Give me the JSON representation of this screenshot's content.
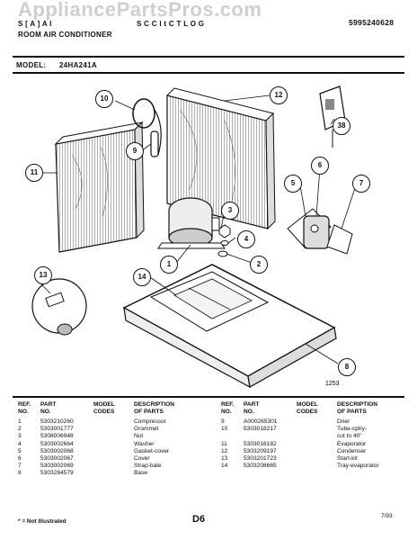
{
  "watermark": "AppliancePartsPros.com",
  "header": {
    "line1_left": "S  [ A ]  A  I",
    "line1_mid": "S  C  C  l  t  C  T  L  O  G",
    "line1_right": "5995240628",
    "line2_left": "ROOM AIR CONDITIONER"
  },
  "model": {
    "label": "MODEL:",
    "value": "24HA241A"
  },
  "diagram": {
    "figure_id": "1253",
    "callouts": [
      "1",
      "2",
      "3",
      "4",
      "5",
      "6",
      "7",
      "8",
      "9",
      "10",
      "11",
      "12",
      "13",
      "14",
      "38"
    ]
  },
  "table": {
    "headers_left": {
      "ref": "REF.\nNO.",
      "part": "PART\nNO.",
      "model": "MODEL\nCODES",
      "desc": "DESCRIPTION\nOF PARTS"
    },
    "headers_right": {
      "ref": "REF.\nNO.",
      "part": "PART\nNO.",
      "model": "MODEL\nCODES",
      "desc": "DESCRIPTION\nOF PARTS"
    },
    "left_rows": [
      {
        "ref": "1",
        "part": "5303210260",
        "desc": "Compressor"
      },
      {
        "ref": "2",
        "part": "5303001777",
        "desc": "Grommet"
      },
      {
        "ref": "3",
        "part": "5308006948",
        "desc": "Nut"
      },
      {
        "ref": "4",
        "part": "5303002664",
        "desc": "Washer"
      },
      {
        "ref": "5",
        "part": "5303002068",
        "desc": "Gasket-cover"
      },
      {
        "ref": "6",
        "part": "5303002067",
        "desc": "Cover"
      },
      {
        "ref": "7",
        "part": "5303002069",
        "desc": "Strap-bale"
      },
      {
        "ref": "8",
        "part": "5303284579",
        "desc": "Base"
      }
    ],
    "right_rows": [
      {
        "ref": "9",
        "part": "A000265301",
        "desc": "Drier"
      },
      {
        "ref": "10",
        "part": "5303018217",
        "desc": "Tube-cplry-"
      },
      {
        "ref": "",
        "part": "",
        "desc": "cut to 40\""
      },
      {
        "ref": "11",
        "part": "5303016182",
        "desc": "Evaporator"
      },
      {
        "ref": "12",
        "part": "5303209197",
        "desc": "Condenser"
      },
      {
        "ref": "13",
        "part": "5303201723",
        "desc": "Start-kit"
      },
      {
        "ref": "14",
        "part": "5303208665",
        "desc": "Tray-evaporator"
      }
    ]
  },
  "footer": {
    "note": "* = Not Illustrated",
    "page": "D6",
    "date": "7/93"
  }
}
